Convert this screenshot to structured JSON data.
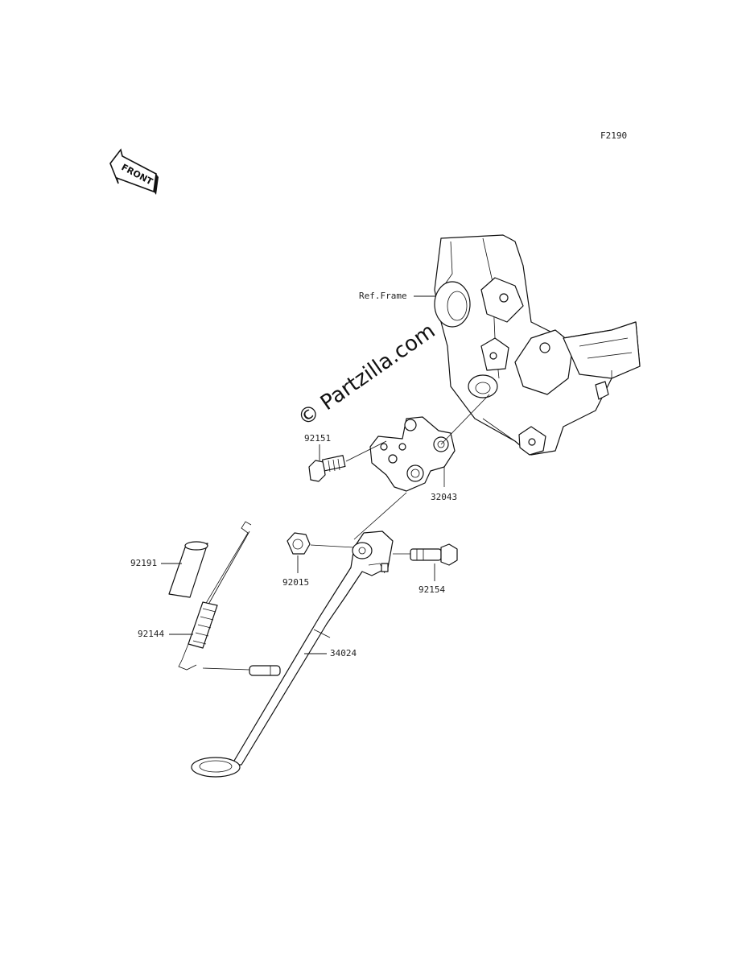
{
  "figure_code": "F2190",
  "front_badge": "FRONT",
  "watermark": "© Partzilla.com",
  "reference": "Ref.Frame",
  "parts": {
    "p92151": "92151",
    "p32043": "32043",
    "p92191": "92191",
    "p92015": "92015",
    "p92154": "92154",
    "p92144": "92144",
    "p34024": "34024"
  }
}
